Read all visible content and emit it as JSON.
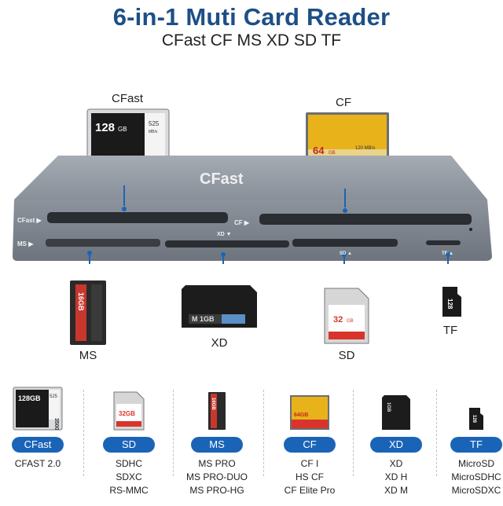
{
  "header": {
    "title": "6-in-1 Muti Card Reader",
    "subtitle": "CFast CF MS XD SD TF"
  },
  "reader": {
    "brand": "CFast",
    "slot_labels": {
      "cfast": "CFast ▶",
      "cf": "CF ▶",
      "ms": "MS ▶",
      "xd": "XD ▼",
      "sd": "SD ▲",
      "tf": "TF ▲"
    }
  },
  "top_cards": {
    "cfast": {
      "label": "CFast",
      "capacity": "128",
      "unit": "GB",
      "speed": "525",
      "speed_unit": "MB/s"
    },
    "cf": {
      "label": "CF",
      "capacity": "64",
      "unit": "GB",
      "speed": "120 MB/s"
    }
  },
  "bottom_cards": {
    "ms": {
      "label": "MS",
      "capacity": "16GB"
    },
    "xd": {
      "label": "XD",
      "capacity": "M 1GB"
    },
    "sd": {
      "label": "SD",
      "capacity": "32",
      "unit": "GB"
    },
    "tf": {
      "label": "TF",
      "capacity": "128"
    }
  },
  "compat": [
    {
      "name": "CFast",
      "lines": [
        "CFAST 2.0"
      ],
      "card": "cfast",
      "text": "128GB",
      "text2": "525",
      "text3": "3500"
    },
    {
      "name": "SD",
      "lines": [
        "SDHC",
        "SDXC",
        "RS-MMC"
      ],
      "card": "sd",
      "text": "32GB"
    },
    {
      "name": "MS",
      "lines": [
        "MS PRO",
        "MS PRO-DUO",
        "MS PRO-HG"
      ],
      "card": "ms",
      "text": "16GB"
    },
    {
      "name": "CF",
      "lines": [
        "CF I",
        "HS CF",
        "CF Elite Pro"
      ],
      "card": "cf",
      "text": "64GB"
    },
    {
      "name": "XD",
      "lines": [
        "XD",
        "XD H",
        "XD M"
      ],
      "card": "xd",
      "text": "1GB"
    },
    {
      "name": "TF",
      "lines": [
        "MicroSD",
        "MicroSDHC",
        "MicroSDXC"
      ],
      "card": "tf",
      "text": "128"
    }
  ],
  "colors": {
    "title": "#1d4f86",
    "reader_body": "#8a9099",
    "accent_blue": "#1a64b8",
    "cf_gold": "#e8b21a",
    "cf_red": "#d8342b",
    "ms_red": "#c8372d"
  }
}
